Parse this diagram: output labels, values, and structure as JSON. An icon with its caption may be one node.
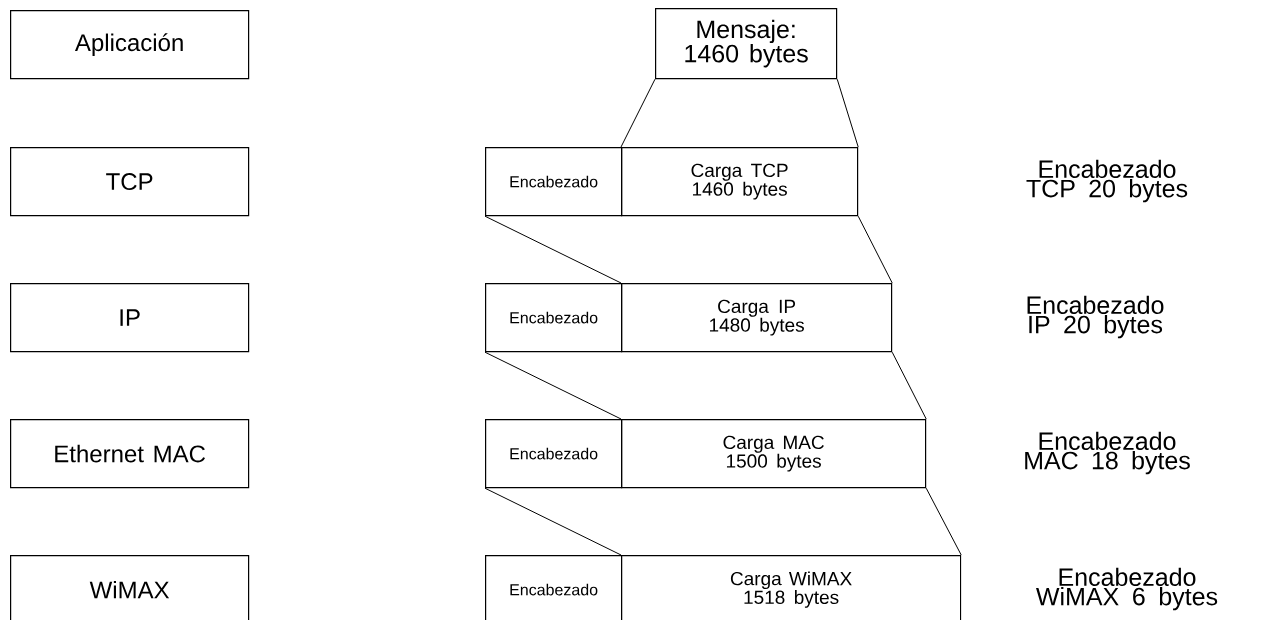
{
  "diagram": {
    "nodes": [
      {
        "text": [
          "Aplicación"
        ]
      },
      {
        "text": [
          "Mensaje: 1460 bytes"
        ]
      },
      {
        "text": [
          "TCP"
        ]
      },
      {
        "text": [
          "Encabezado"
        ]
      },
      {
        "text": [
          "Carga TCP 1460 bytes"
        ]
      },
      {
        "text": [
          "IP"
        ]
      },
      {
        "text": [
          "Encabezado"
        ]
      },
      {
        "text": [
          "Carga IP 1480 bytes"
        ]
      },
      {
        "text": [
          "Ethernet MAC"
        ]
      },
      {
        "text": [
          "Encabezado"
        ]
      },
      {
        "text": [
          "Carga MAC 1500 bytes"
        ]
      },
      {
        "text": [
          "WiMAX"
        ]
      },
      {
        "text": [
          "Encabezado"
        ]
      },
      {
        "text": [
          "Carga WiMAX 1518 bytes"
        ]
      }
    ],
    "edges": [
      {
        "from": 1,
        "to": 4,
        "arrow": "none"
      },
      {
        "from": 1,
        "to": 4,
        "arrow": "none"
      },
      {
        "from": 3,
        "to": 7,
        "arrow": "none"
      },
      {
        "from": 4,
        "to": 7,
        "arrow": "none"
      },
      {
        "from": 6,
        "to": 10,
        "arrow": "none"
      },
      {
        "from": 7,
        "to": 10,
        "arrow": "none"
      },
      {
        "from": 9,
        "to": 13,
        "arrow": "none"
      },
      {
        "from": 10,
        "to": 13,
        "arrow": "none"
      }
    ],
    "labels": [
      "Encabezado TCP 20 bytes",
      "Encabezado IP 20 bytes",
      "Encabezado MAC 18 bytes",
      "Encabezado WiMAX 6 bytes"
    ]
  }
}
